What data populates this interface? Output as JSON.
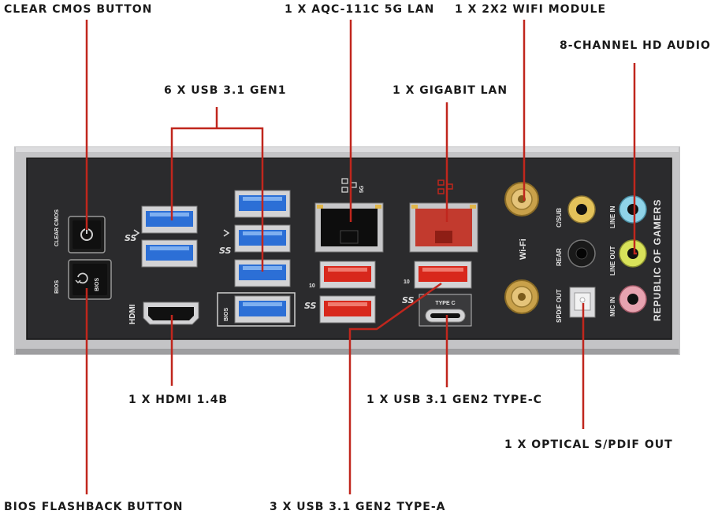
{
  "callouts": {
    "clear_cmos": "CLEAR CMOS BUTTON",
    "usb_gen1": "6 X USB 3.1 GEN1",
    "lan_5g": "1 X AQC-111C 5G LAN",
    "gigabit_lan": "1 X GIGABIT LAN",
    "wifi": "1 X 2X2 WIFI MODULE",
    "audio": "8-CHANNEL HD AUDIO",
    "hdmi": "1 X HDMI 1.4B",
    "usb_typec": "1 X USB 3.1 GEN2 TYPE-C",
    "optical": "1 X OPTICAL S/PDIF OUT",
    "bios_flashback": "BIOS FLASHBACK BUTTON",
    "usb_typea": "3 X USB 3.1 GEN2 TYPE-A"
  },
  "panel_labels": {
    "clear_cmos": "CLEAR CMOS",
    "bios_left": "BIOS",
    "bios_button": "BIOS",
    "bios_port": "BIOS",
    "hdmi": "HDMI",
    "type_c": "TYPE C",
    "wifi": "Wi-Fi",
    "c_sub": "C/SUB",
    "rear": "REAR",
    "spdif_out": "SPDIF OUT",
    "line_in": "LINE IN",
    "line_out": "LINE OUT",
    "mic_in": "MIC IN",
    "brand": "REPUBLIC OF GAMERS",
    "ss10": "10",
    "lan_5g": "5G"
  },
  "colors": {
    "callout_line": "#c0261d",
    "panel": "#2b2b2d",
    "frame": "#b9b9bb",
    "usb_gen1": "#2c6fd6",
    "usb_gen2": "#d8281c",
    "audio_line_in": "#8fd3e8",
    "audio_line_out": "#d8e25a",
    "audio_mic": "#e7a3b0",
    "audio_csub": "#e3c25a"
  },
  "icons": [
    "refresh-icon",
    "usb-ss-icon",
    "network-icon",
    "wifi-antenna-icon"
  ]
}
